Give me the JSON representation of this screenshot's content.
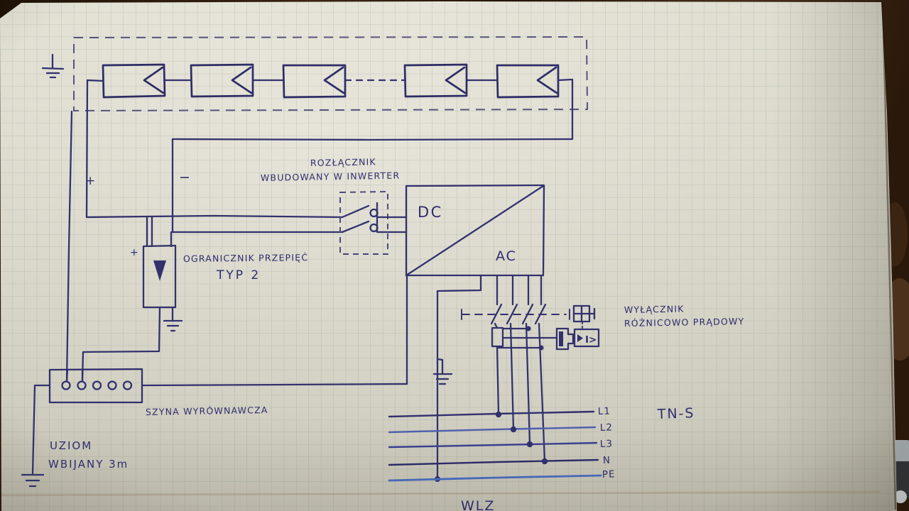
{
  "colors": {
    "ink": "#32316e",
    "ink_light": "#4e60ae",
    "paper": "#e3e2d7",
    "grid": "#9aa39f",
    "wood": "#2a190d"
  },
  "pv_string": {
    "panel_count_drawn": 5,
    "plus_label": "+",
    "minus_label": "−"
  },
  "dc_disconnector": {
    "label_line1": "ROZŁĄCZNIK",
    "label_line2": "WBUDOWANY W INWERTER"
  },
  "inverter": {
    "dc_label": "DC",
    "ac_label": "AC"
  },
  "surge_protector": {
    "plus_label": "+",
    "label_line1": "OGRANICZNIK PRZEPIĘĆ",
    "label_line2": "TYP 2"
  },
  "equipotential_busbar": {
    "label": "SZYNA WYRÓWNAWCZA"
  },
  "earth_electrode": {
    "label_line1": "UZIOM",
    "label_line2": "WBIJANY 3m"
  },
  "rcd": {
    "label_line1": "WYŁĄCZNIK",
    "label_line2": "RÓŻNICOWO PRĄDOWY",
    "relay_label": "I>"
  },
  "network": {
    "system_label": "TN-S",
    "feeder_label": "WLZ",
    "bus_labels": [
      "L1",
      "L2",
      "L3",
      "N",
      "PE"
    ]
  }
}
